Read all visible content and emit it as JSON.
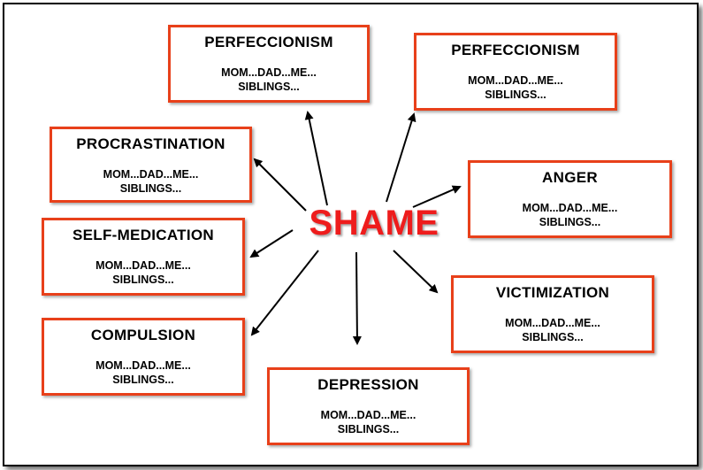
{
  "center": {
    "label": "SHAME"
  },
  "accent_color": "#e8401a",
  "center_color": "#ee1c1c",
  "nodes": [
    {
      "title": "PERFECCIONISM",
      "line1": "MOM...DAD...ME...",
      "line2": "SIBLINGS..."
    },
    {
      "title": "PERFECCIONISM",
      "line1": "MOM...DAD...ME...",
      "line2": "SIBLINGS..."
    },
    {
      "title": "PROCRASTINATION",
      "line1": "MOM...DAD...ME...",
      "line2": "SIBLINGS..."
    },
    {
      "title": "ANGER",
      "line1": "MOM...DAD...ME...",
      "line2": "SIBLINGS..."
    },
    {
      "title": "SELF-MEDICATION",
      "line1": "MOM...DAD...ME...",
      "line2": "SIBLINGS..."
    },
    {
      "title": "VICTIMIZATION",
      "line1": "MOM...DAD...ME...",
      "line2": "SIBLINGS..."
    },
    {
      "title": "COMPULSION",
      "line1": "MOM...DAD...ME...",
      "line2": "SIBLINGS..."
    },
    {
      "title": "DEPRESSION",
      "line1": "MOM...DAD...ME...",
      "line2": "SIBLINGS..."
    }
  ]
}
